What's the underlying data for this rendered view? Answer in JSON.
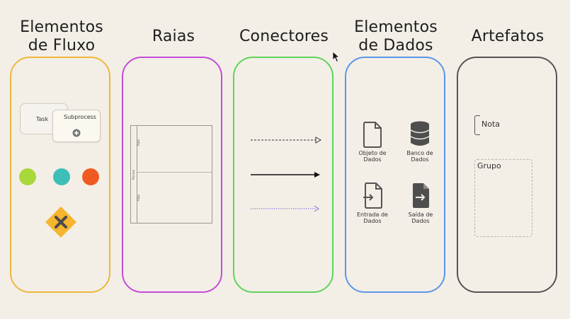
{
  "columns": [
    {
      "id": "fluxo",
      "title_line1": "Elementos",
      "title_line2": "de Fluxo",
      "color": "#f0b63d"
    },
    {
      "id": "raias",
      "title_line1": "Raias",
      "title_line2": "",
      "color": "#c64bd9"
    },
    {
      "id": "conectores",
      "title_line1": "Conectores",
      "title_line2": "",
      "color": "#5fd35a"
    },
    {
      "id": "dados",
      "title_line1": "Elementos",
      "title_line2": "de Dados",
      "color": "#5b96e8"
    },
    {
      "id": "artefatos",
      "title_line1": "Artefatos",
      "title_line2": "",
      "color": "#555555"
    }
  ],
  "flow": {
    "task_label": "Task",
    "subprocess_label": "Subprocess",
    "event_colors": [
      "#a9d83a",
      "#3dbfb8",
      "#f05a22"
    ],
    "gateway_color": "#f5b52e"
  },
  "lanes": {
    "lane_labels": [
      "Raia",
      "Raia"
    ],
    "pool_label": "Piscina"
  },
  "data": {
    "objeto_line1": "Objeto de",
    "objeto_line2": "Dados",
    "banco_line1": "Banco de",
    "banco_line2": "Dados",
    "entrada_line1": "Entrada de",
    "entrada_line2": "Dados",
    "saida_line1": "Saída de",
    "saida_line2": "Dados"
  },
  "artifacts": {
    "note_label": "Nota",
    "group_label": "Grupo"
  }
}
